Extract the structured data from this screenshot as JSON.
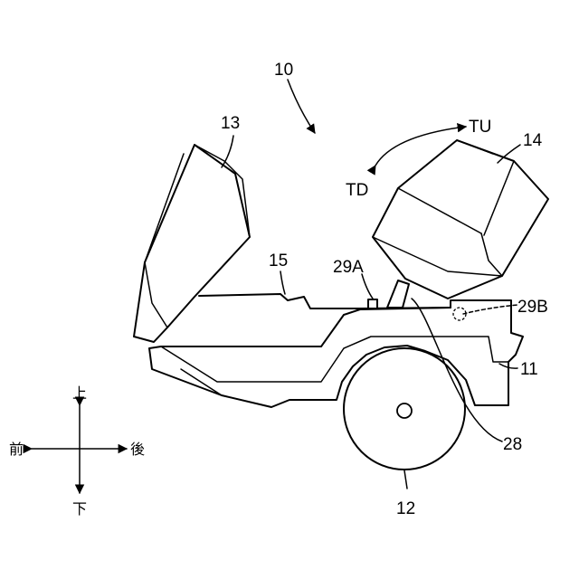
{
  "labels": {
    "vehicle": "10",
    "body": "11",
    "wheel": "12",
    "front_cover": "13",
    "seat_unit": "14",
    "floor": "15",
    "actuator": "28",
    "sensor_a": "29A",
    "sensor_b": "29B",
    "tilt_up": "TU",
    "tilt_down": "TD"
  },
  "directions": {
    "up": "上",
    "down": "下",
    "front": "前",
    "rear": "後"
  }
}
